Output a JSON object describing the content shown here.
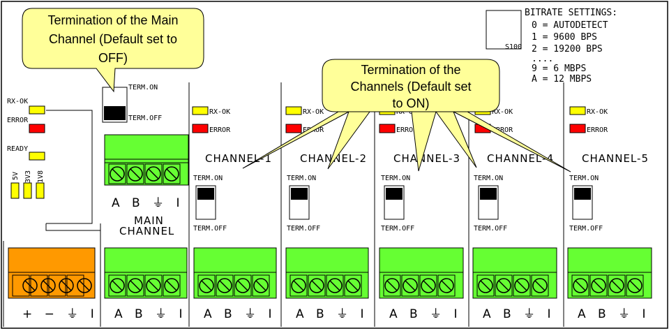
{
  "callouts": {
    "main_line1": "Termination of the Main",
    "main_line2": "Channel (Default set to",
    "main_line3": "OFF)",
    "channels_line1": "Termination of the",
    "channels_line2": "Channels (Default set",
    "channels_line3": "to ON)"
  },
  "bitrate": {
    "title": "BITRATE SETTINGS:",
    "lines": [
      "0 = AUTODETECT",
      "1 = 9600 BPS",
      "2 = 19200 BPS",
      "....",
      "9 = 6 MBPS",
      "A = 12 MBPS"
    ],
    "switch_label": "S100"
  },
  "left_leds": {
    "rx_ok": "RX-OK",
    "error": "ERROR",
    "ready": "READY",
    "v5": "5V",
    "v3v3": "3V3",
    "v1v8": "1V8"
  },
  "main_channel": {
    "term_on": "TERM.ON",
    "term_off": "TERM.OFF",
    "pins": "A B ⏚ I",
    "title_line1": "MAIN",
    "title_line2": "CHANNEL"
  },
  "channels": [
    {
      "name": "CHANNEL-1",
      "rx_ok": "RX-OK",
      "error": "ERROR",
      "term_on": "TERM.ON",
      "term_off": "TERM.OFF",
      "pins": "A B ⏚ I"
    },
    {
      "name": "CHANNEL-2",
      "rx_ok": "RX-OK",
      "error": "ERROR",
      "term_on": "TERM.ON",
      "term_off": "TERM.OFF",
      "pins": "A B ⏚ I"
    },
    {
      "name": "CHANNEL-3",
      "rx_ok": "RX-OK",
      "error": "ERROR",
      "term_on": "TERM.ON",
      "term_off": "TERM.OFF",
      "pins": "A B ⏚ I"
    },
    {
      "name": "CHANNEL-4",
      "rx_ok": "RX-OK",
      "error": "ERROR",
      "term_on": "TERM.ON",
      "term_off": "TERM.OFF",
      "pins": "A B ⏚ I"
    },
    {
      "name": "CHANNEL-5",
      "rx_ok": "RX-OK",
      "error": "ERROR",
      "term_on": "TERM.ON",
      "term_off": "TERM.OFF",
      "pins": "A B ⏚ I"
    }
  ],
  "power_pins": "+ − ⏚ I",
  "colors": {
    "led_yellow": "#ffff00",
    "led_red": "#ff0000",
    "terminal_green": "#66ff33",
    "terminal_orange": "#ff9900",
    "callout_fill": "#ffff99"
  }
}
